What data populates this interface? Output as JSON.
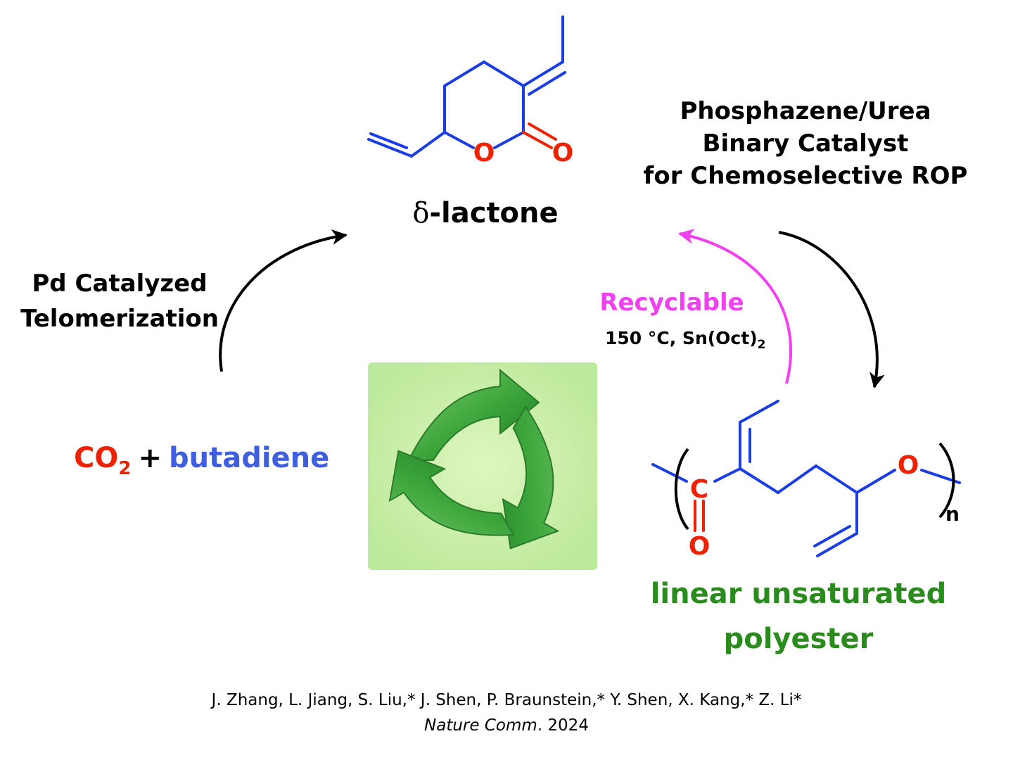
{
  "lactone": {
    "label_prefix": "δ",
    "label_rest": "-lactone",
    "atom_o_ring": "O",
    "atom_o_carbonyl": "O"
  },
  "catalyst": {
    "line1": "Phosphazene/Urea",
    "line2": "Binary Catalyst",
    "line3": "for Chemoselective ROP"
  },
  "telomerization": {
    "line1": "Pd Catalyzed",
    "line2": "Telomerization"
  },
  "recycle": {
    "label": "Recyclable",
    "conditions_main": "150 °C, Sn(Oct)",
    "conditions_sub": "2"
  },
  "feedstock": {
    "co": "CO",
    "co_sub": "2",
    "plus": "+",
    "butadiene": "butadiene"
  },
  "polymer": {
    "atom_c": "C",
    "atom_o_carbonyl": "O",
    "atom_o_chain": "O",
    "repeat_n": "n",
    "name_line1": "linear unsaturated",
    "name_line2": "polyester"
  },
  "citation": {
    "authors": "J. Zhang, L. Jiang, S. Liu,* J. Shen, P. Braunstein,* Y. Shen, X. Kang,* Z. Li*",
    "journal": "Nature Comm",
    "year_suffix": ". 2024"
  },
  "colors": {
    "bond_blue": "#1a3de6",
    "oxygen_red": "#ee2200",
    "butadiene_blue": "#3f5fe0",
    "recyclable_magenta": "#f040f0",
    "polyester_green": "#2a8c1c",
    "recycle_icon_green": "#3da33d",
    "recycle_bg": "#c8f0a0"
  }
}
